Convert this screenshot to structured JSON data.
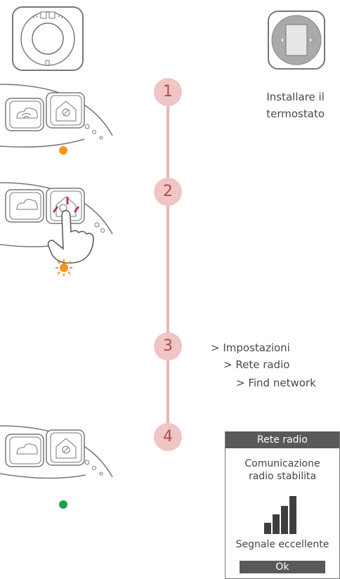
{
  "steps": [
    {
      "number": "1",
      "text_line1": "Installare il",
      "text_line2": "termostato"
    },
    {
      "number": "2"
    },
    {
      "number": "3",
      "menu": [
        "> Impostazioni",
        "> Rete radio",
        "> Find network"
      ]
    },
    {
      "number": "4"
    }
  ],
  "panel": {
    "header": "Rete radio",
    "message_line1": "Comunicazione",
    "message_line2": "radio stabilita",
    "signal_bars": 4,
    "quality": "Segnale eccellente",
    "ok_label": "Ok"
  },
  "colors": {
    "step_circle": "#f0c5c5",
    "step_text": "#b54950",
    "timeline": "#e7b7b7",
    "led_orange": "#f7941d",
    "led_green": "#1aa24a",
    "panel_header": "#595959",
    "accent_red": "#c0394b"
  },
  "icons": [
    "gateway-device-icon",
    "thermostat-device-icon",
    "cloud-wifi-button-icon",
    "home-thermometer-button-icon",
    "hand-press-icon",
    "led-blinking-icon"
  ]
}
